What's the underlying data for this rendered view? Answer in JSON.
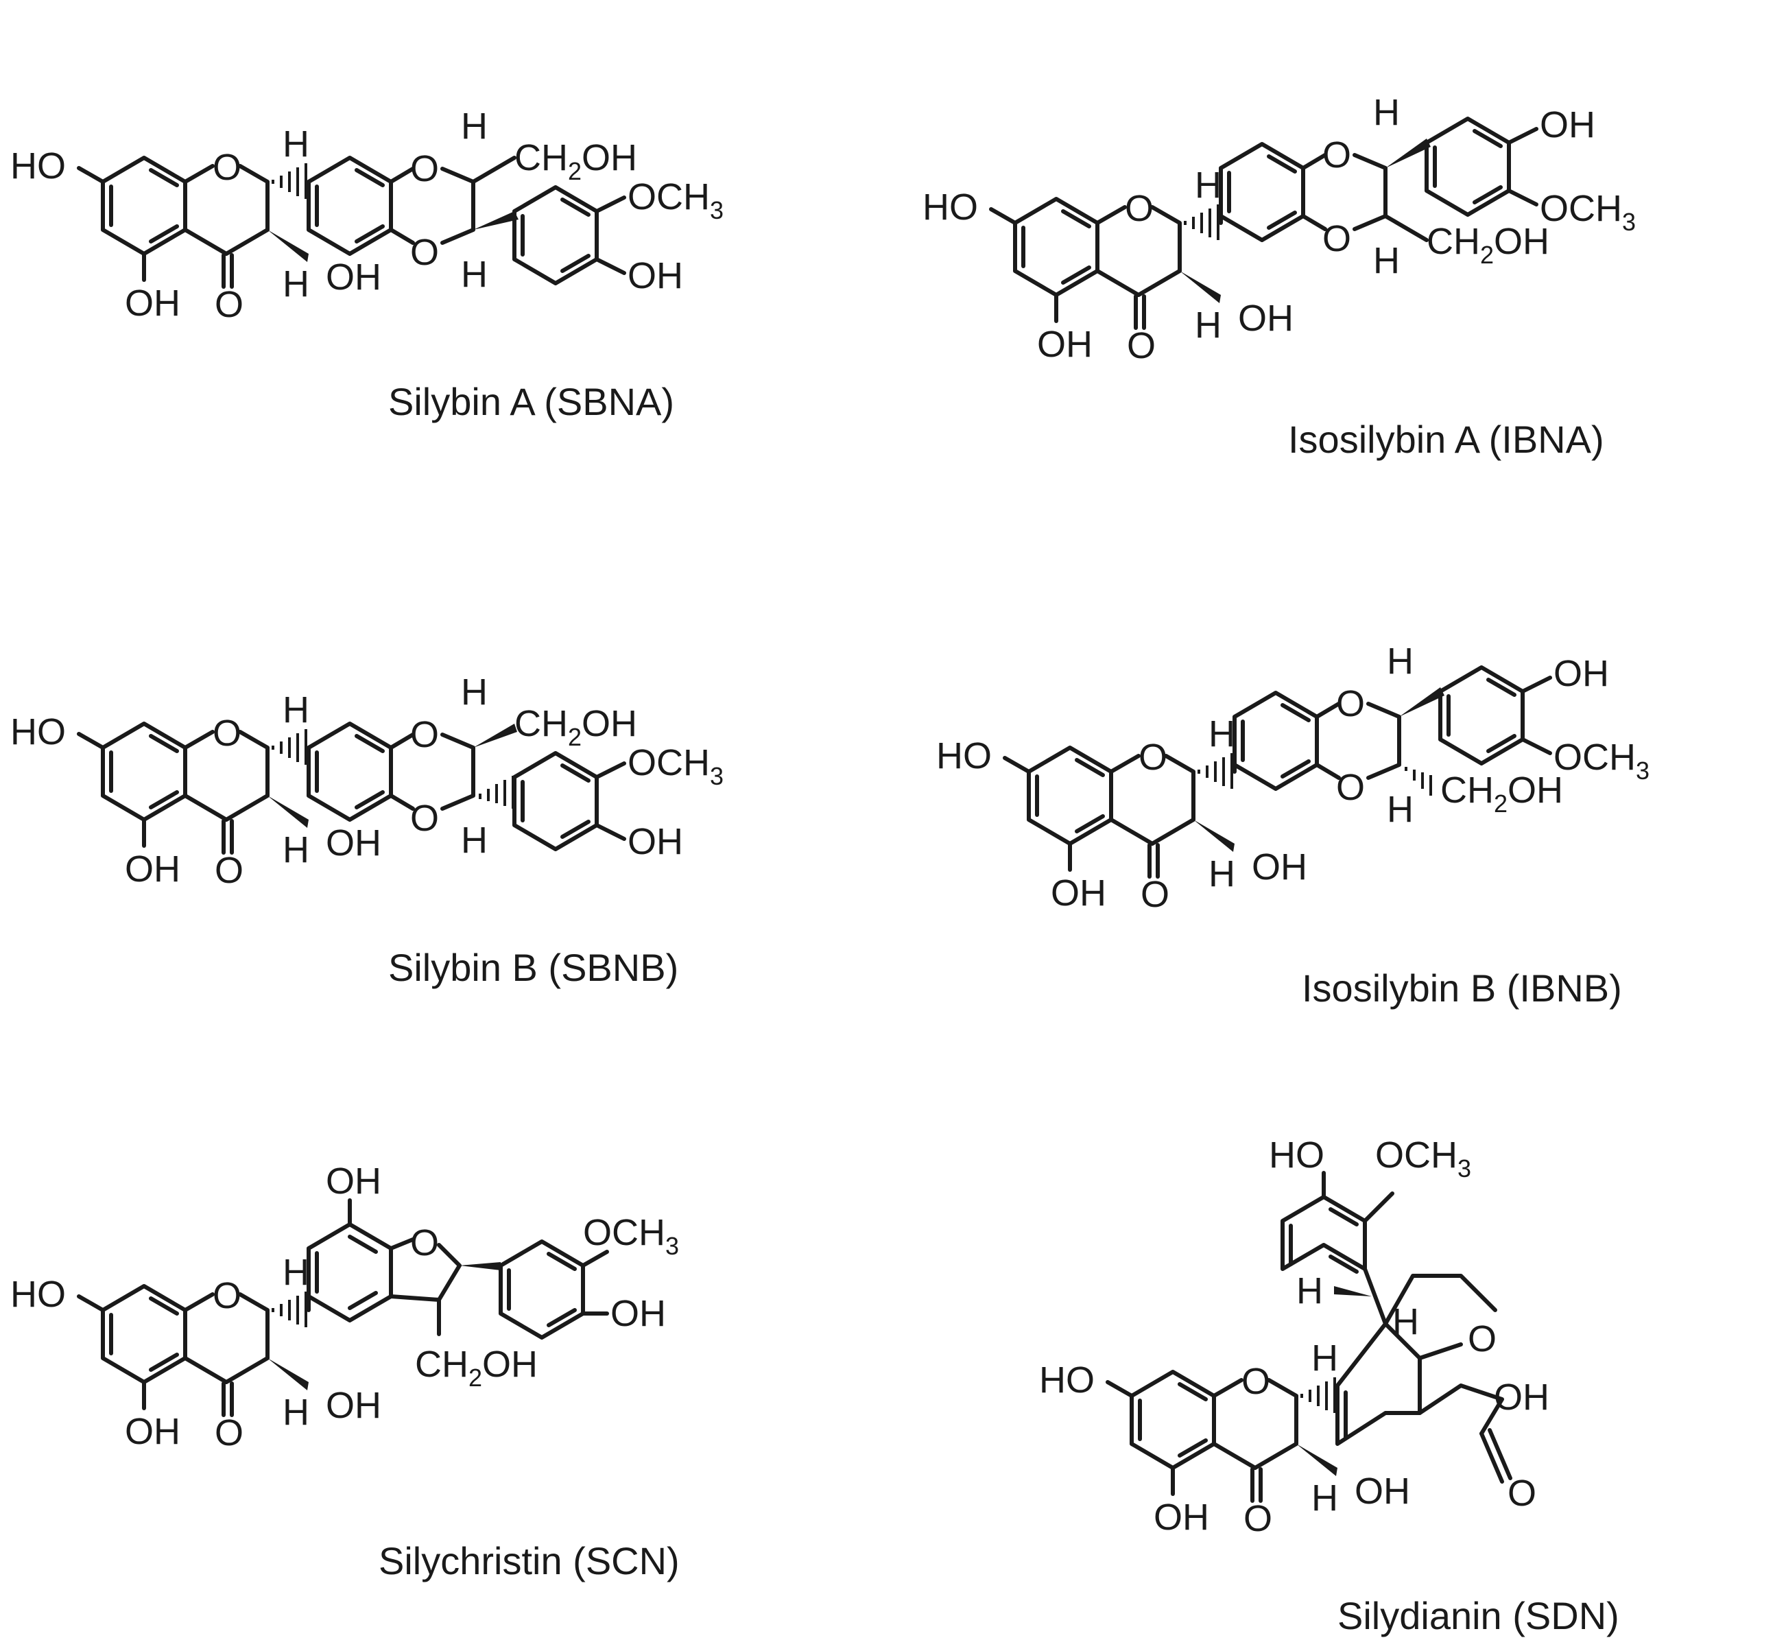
{
  "compounds": [
    {
      "name": "Silybin A (SBNA)"
    },
    {
      "name": "Isosilybin A (IBNA)"
    },
    {
      "name": "Silybin B (SBNB)"
    },
    {
      "name": "Isosilybin B (IBNB)"
    },
    {
      "name": "Silychristin (SCN)"
    },
    {
      "name": "Silydianin (SDN)"
    }
  ],
  "labels": {
    "ho": "HO",
    "oh": "OH",
    "o": "O",
    "h": "H",
    "och3": "OCH",
    "ch2oh_pre": "CH",
    "ch2oh_post": "OH",
    "sub3": "3",
    "sub2": "2"
  }
}
